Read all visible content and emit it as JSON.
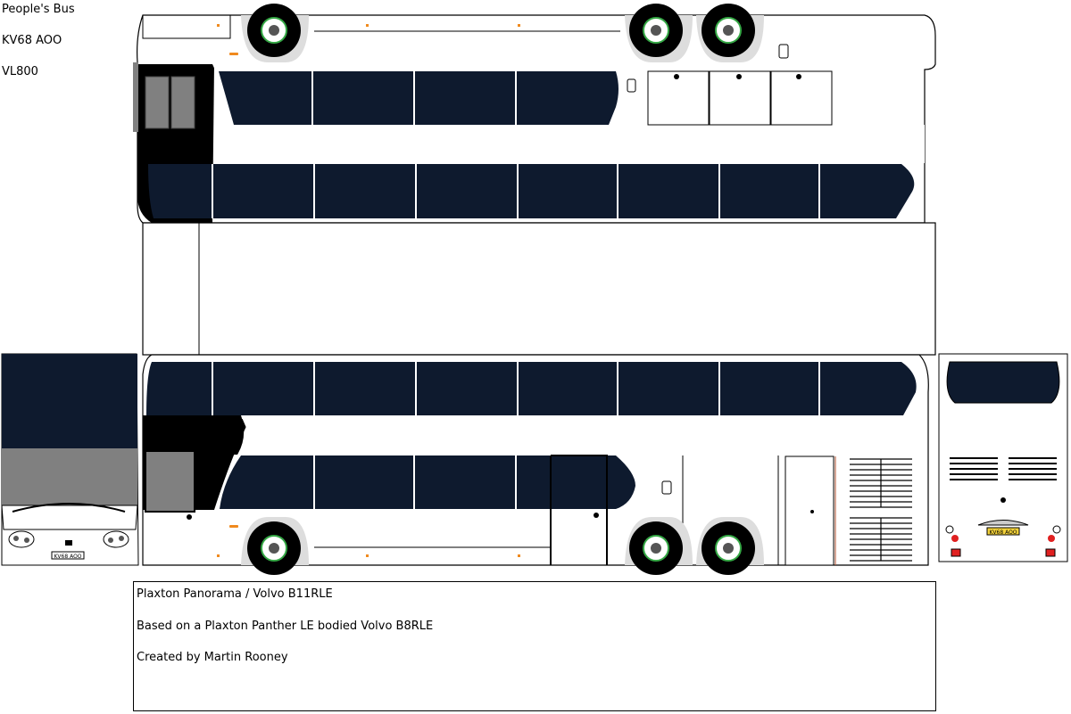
{
  "header": {
    "operator": "People's Bus",
    "registration": "KV68 AOO",
    "fleet_number": "VL800"
  },
  "plates": {
    "front": "KV68 AOO",
    "rear": "KV68 AOO"
  },
  "info": {
    "model": "Plaxton Panorama / Volvo B11RLE",
    "based_on": "Based on a Plaxton Panther LE bodied Volvo B8RLE",
    "credit": "Created by Martin Rooney"
  },
  "colors": {
    "body": "#ffffff",
    "glass": "#0e1a2e",
    "black": "#000000",
    "grey_door": "#808080",
    "rear_plate": "#f3d23a",
    "indicator": "#f08a1e",
    "light_red": "#e02020",
    "wheel_rim": "#35a845"
  }
}
